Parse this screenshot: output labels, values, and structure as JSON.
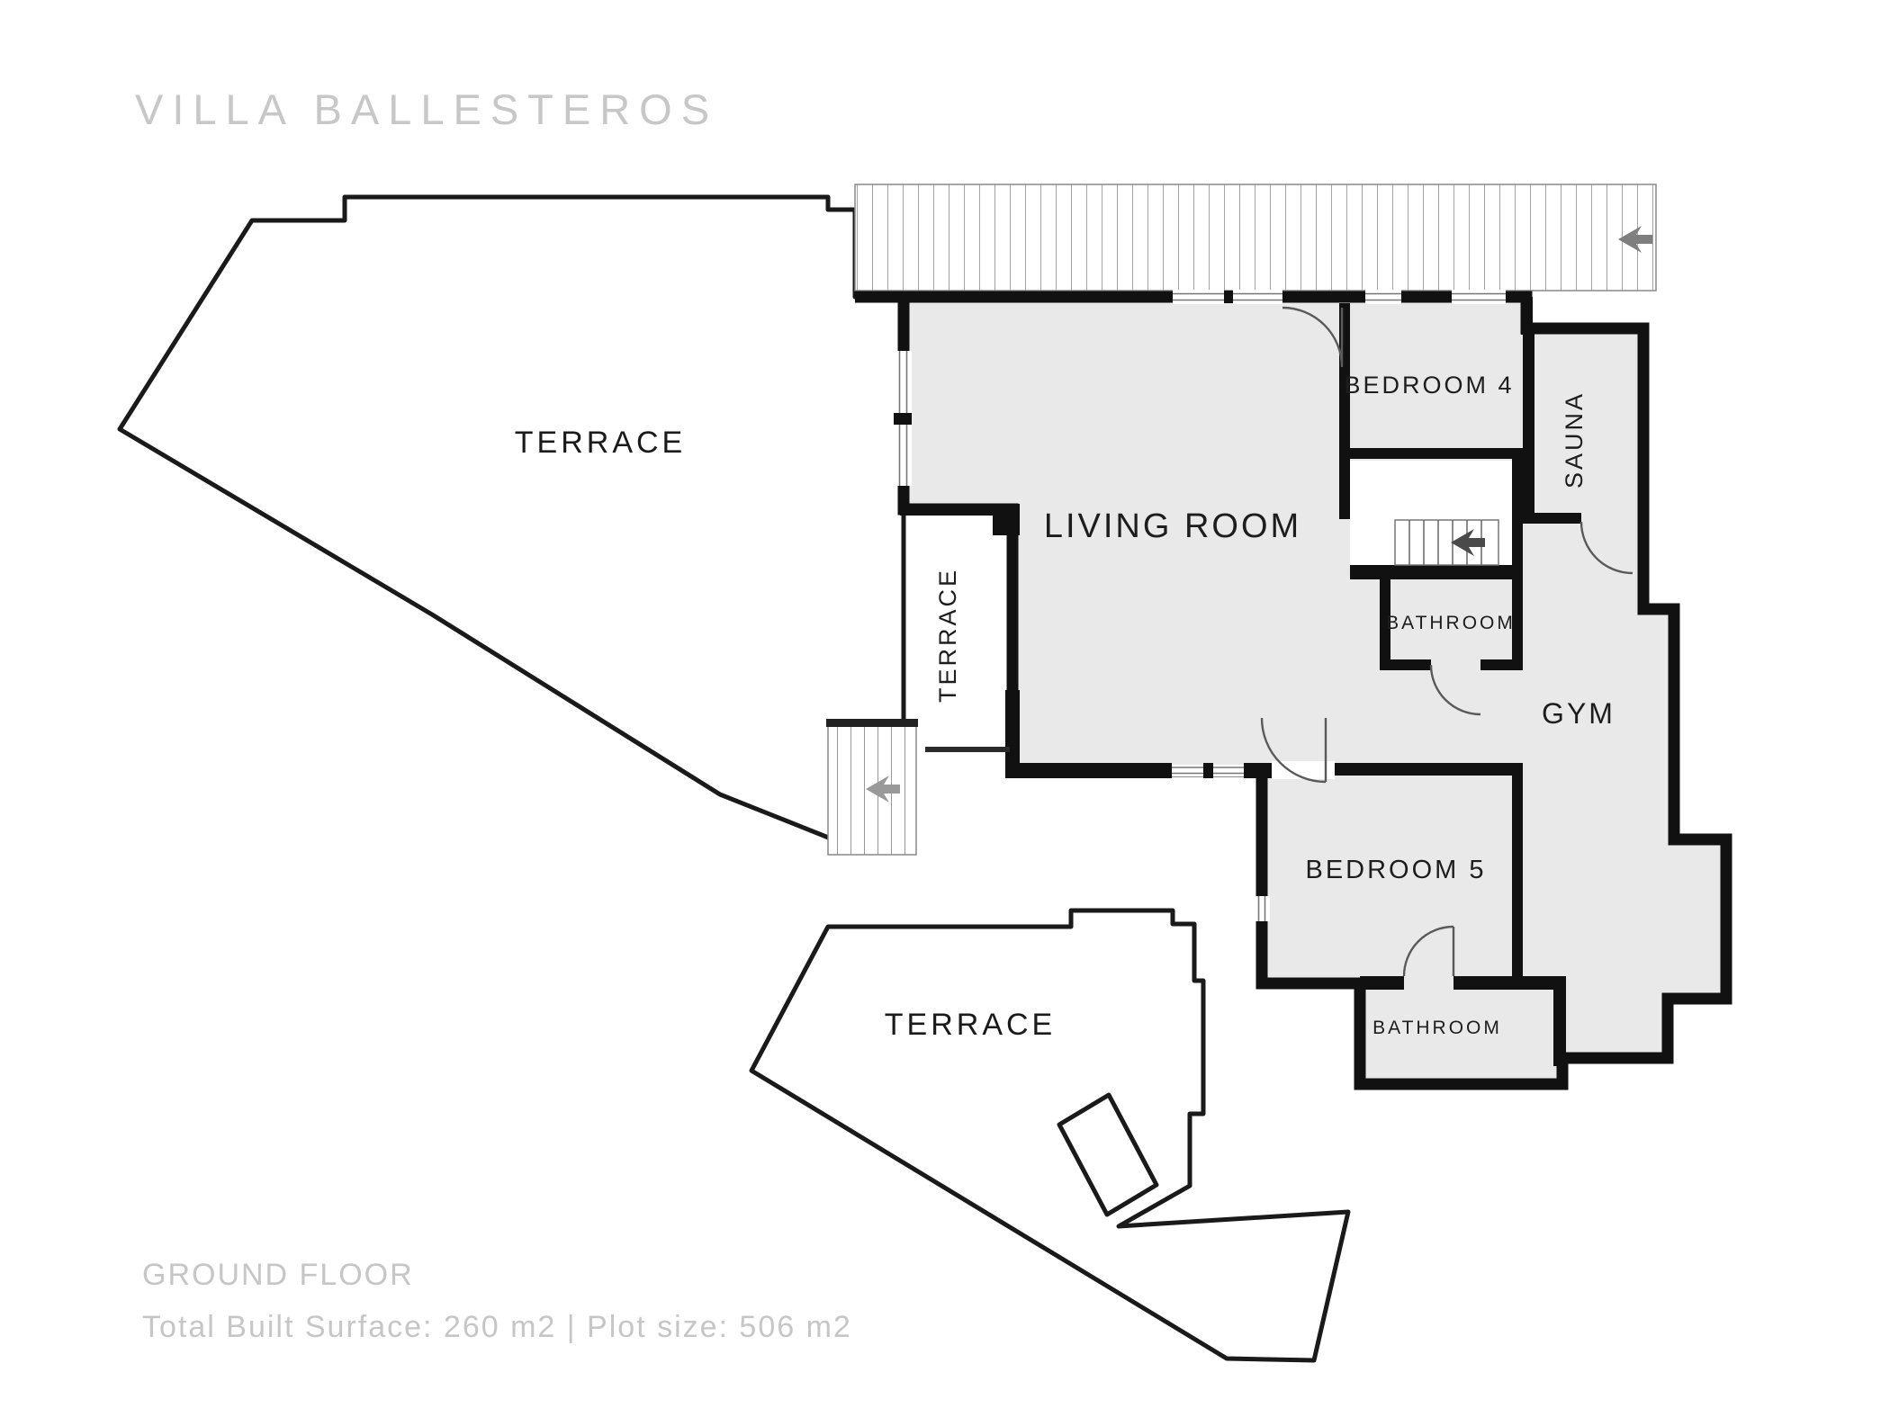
{
  "title": "VILLA BALLESTEROS",
  "plan": {
    "rooms": {
      "living_room": "LIVING ROOM",
      "bedroom4": "BEDROOM 4",
      "sauna": "SAUNA",
      "bathroom_upper": "BATHROOM",
      "gym": "GYM",
      "bedroom5": "BEDROOM 5",
      "bathroom_lower": "BATHROOM",
      "terrace_inner": "TERRACE",
      "terrace_left": "TERRACE",
      "terrace_bottom": "TERRACE"
    },
    "icons": {
      "deck_arrow": "arrow-left-icon",
      "entry_steps_arrow": "arrow-left-icon",
      "stairs_arrow": "arrow-left-icon"
    }
  },
  "footer": {
    "floor_label": "GROUND FLOOR",
    "surface_line": "Total Built Surface: 260 m2 | Plot size: 506 m2"
  },
  "colors": {
    "wall": "#111111",
    "room_fill": "#e9e9e9",
    "outline": "#1a1a1a",
    "hatch_line": "#8c8c8c",
    "muted_text": "#c6c6c6",
    "label_text": "#1d1d1d"
  }
}
